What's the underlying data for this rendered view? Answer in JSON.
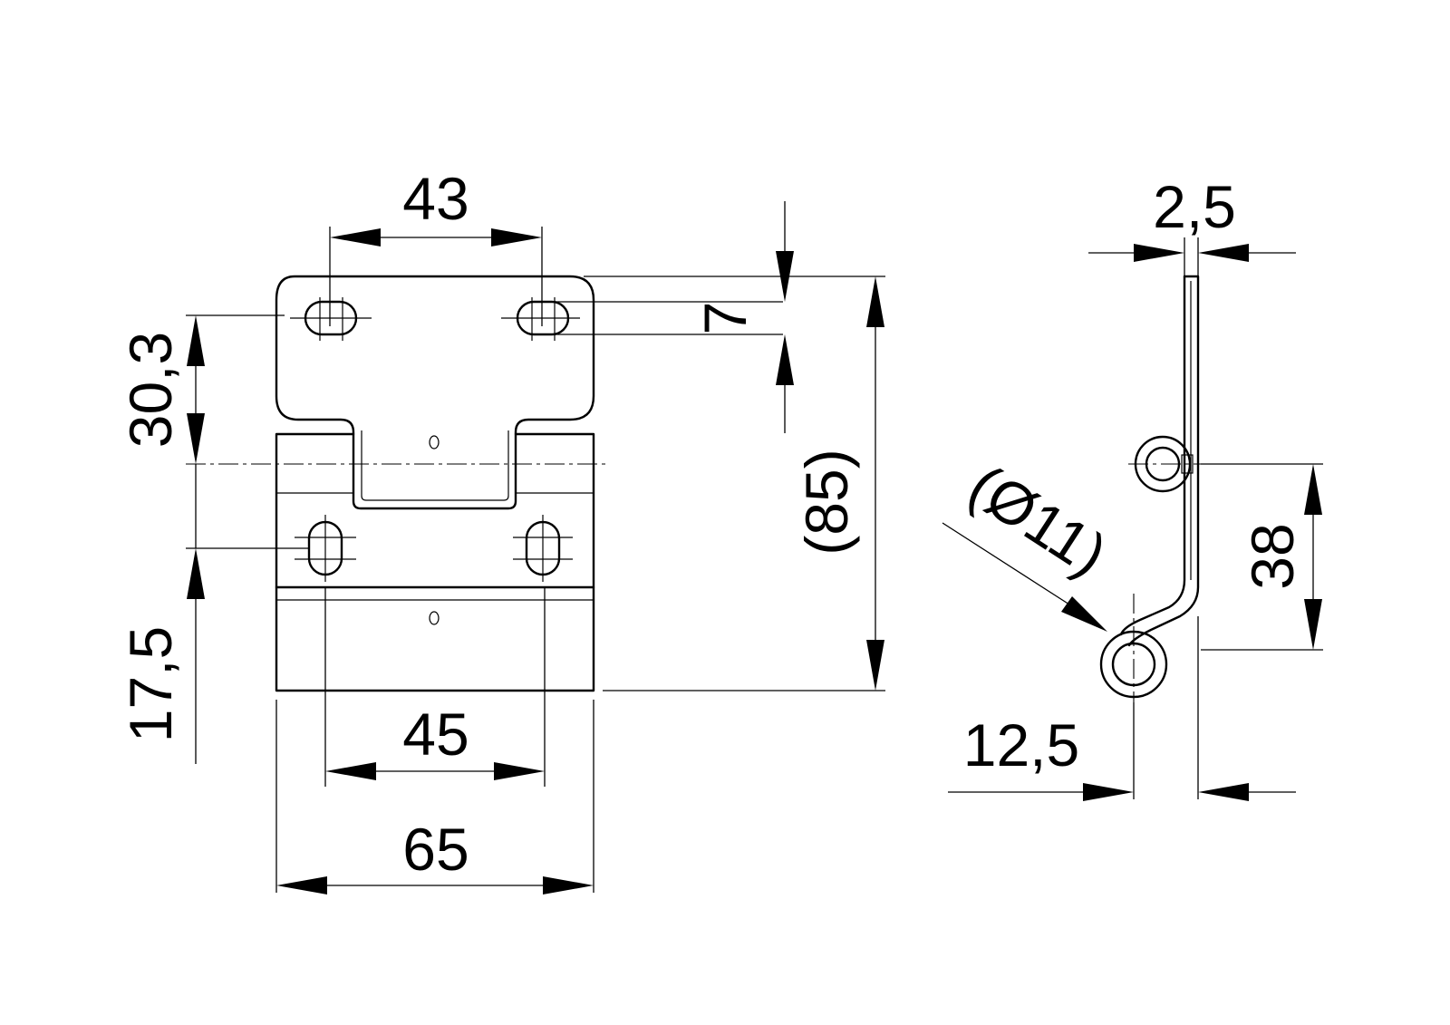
{
  "dimensions": {
    "top_hole_spacing": "43",
    "slot_height": "7",
    "slot_to_pivot": "30,3",
    "pivot_to_lower_slot": "17,5",
    "bottom_hole_spacing": "45",
    "overall_width": "65",
    "overall_height": "(85)",
    "plate_thickness": "2,5",
    "side_height": "38",
    "side_offset": "12,5",
    "pin_diameter": "(Ø11)"
  }
}
